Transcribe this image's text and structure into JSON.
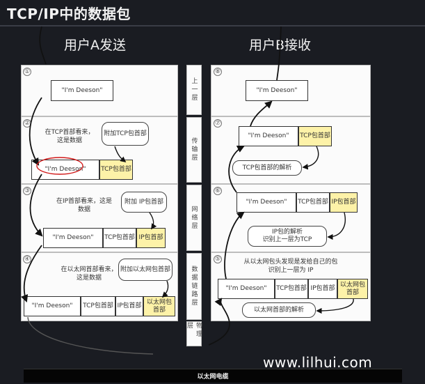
{
  "title": "TCP/IP中的数据包",
  "sender_label": "用户A发送",
  "receiver_label": "用户B接收",
  "layers": [
    "上一层",
    "传输层",
    "网络层",
    "数据链路层",
    "物理层"
  ],
  "cable_label": "以太网电缆",
  "watermark": "www.lilhui.com",
  "left": {
    "step1": {
      "num": "①",
      "data": "\"I'm Deeson\""
    },
    "step2": {
      "num": "②",
      "note": "在TCP首部看来，这是数据",
      "bubble": "附加TCP包首部",
      "data": "\"I'm Deeson\"",
      "header": "TCP包首部"
    },
    "step3": {
      "num": "③",
      "note": "在IP首部看来，这是数据",
      "bubble": "附加 IP包首部",
      "data": "\"I'm Deeson\"",
      "tcp": "TCP包首部",
      "header": "IP包首部"
    },
    "step4": {
      "num": "④",
      "note": "在以太网首部看来，这是数据",
      "bubble": "附加以太网包首部",
      "data": "\"I'm Deeson\"",
      "tcp": "TCP包首部",
      "ip": "IP包首部",
      "header": "以太网包首部"
    }
  },
  "right": {
    "step8": {
      "num": "⑧",
      "data": "\"I'm Deeson\""
    },
    "step7": {
      "num": "⑦",
      "data": "\"I'm Deeson\"",
      "header": "TCP包首部",
      "bubble": "TCP包首部的解析"
    },
    "step6": {
      "num": "⑥",
      "data": "\"I'm Deeson\"",
      "tcp": "TCP包首部",
      "header": "IP包首部",
      "bubble": "IP包的解析\n识别上一层为TCP"
    },
    "step5": {
      "num": "⑤",
      "note": "从以太网包头发现是发给自己的包\n识别上一层为 IP",
      "data": "\"I'm Deeson\"",
      "tcp": "TCP包首部",
      "ip": "IP包首部",
      "header": "以太网包首部",
      "bubble": "以太网首部的解析"
    }
  }
}
